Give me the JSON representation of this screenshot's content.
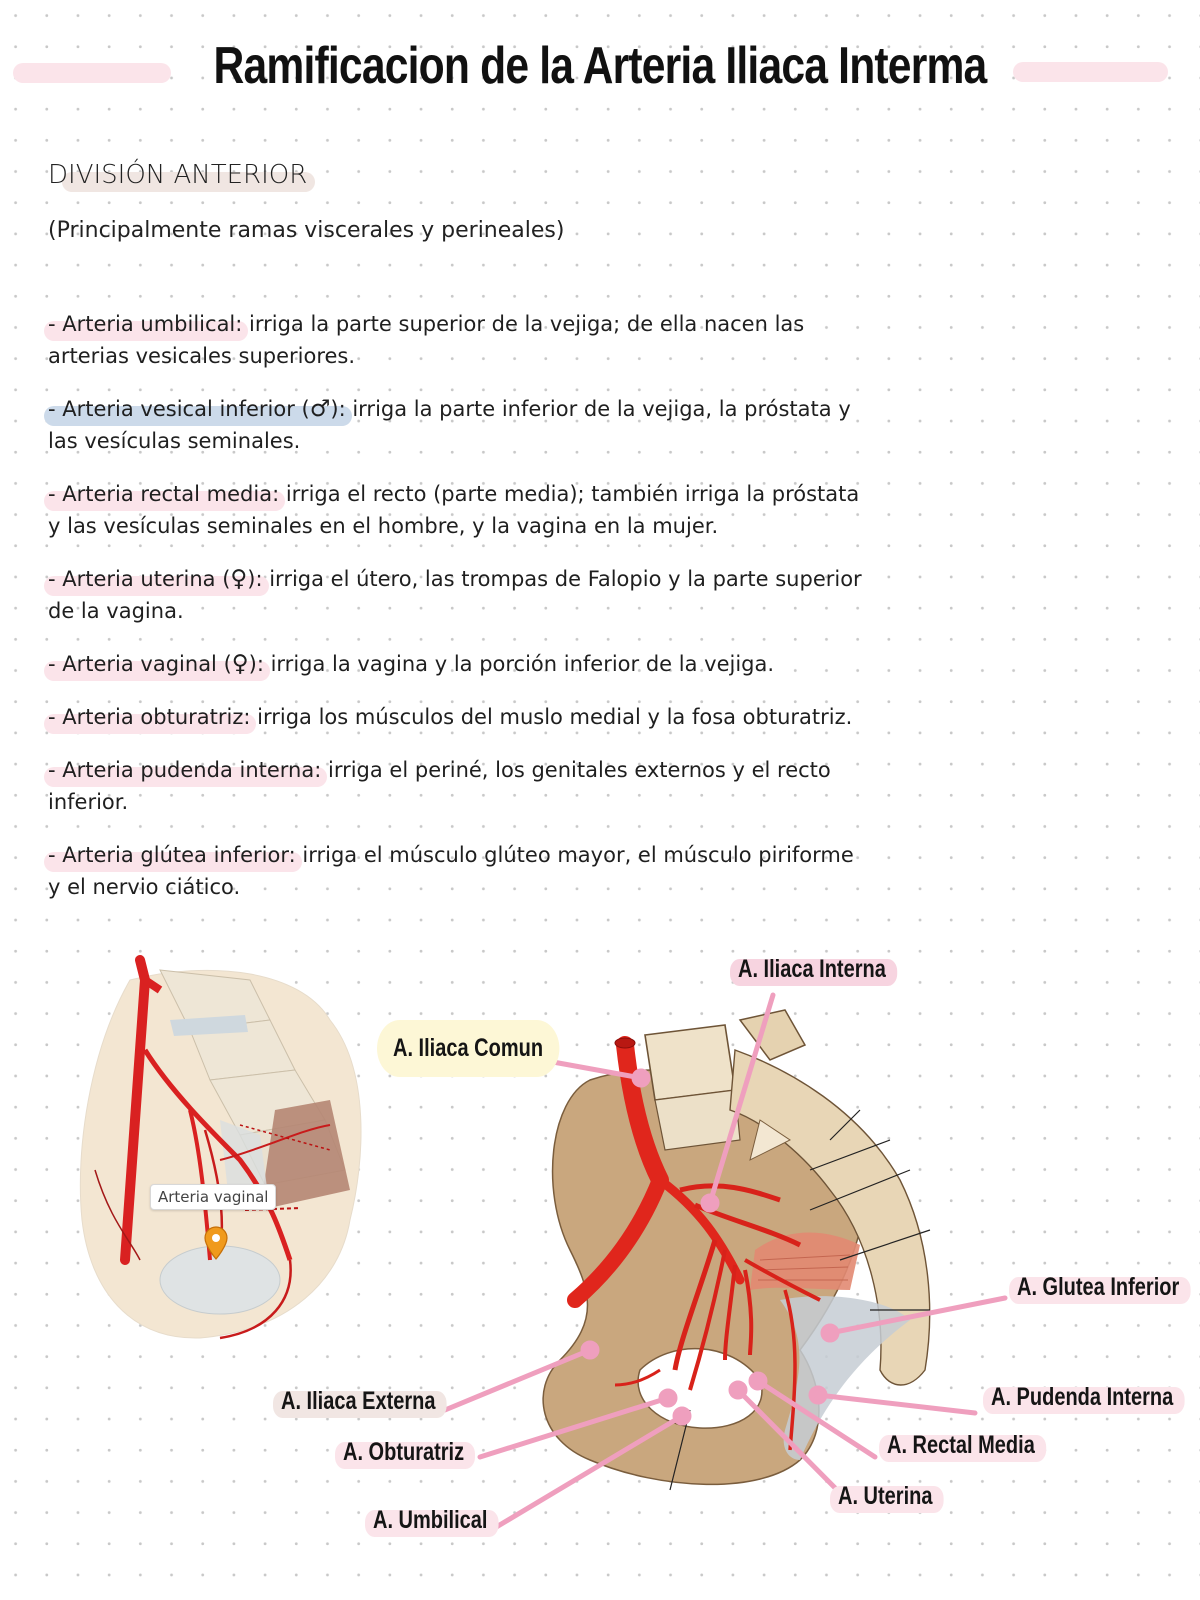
{
  "header": {
    "title": "Ramificacion de la Arteria Iliaca Interma"
  },
  "section": {
    "heading": "DIVISIÓN ANTERIOR",
    "subtitle": "(Principalmente ramas viscerales y perineales)"
  },
  "entries": [
    {
      "term": "- Arteria umbilical:",
      "symbol": "",
      "text": " irriga la parte superior de la vejiga; de ella nacen las arterias vesicales superiores.",
      "highlight": "#fbe4ea"
    },
    {
      "term": "- Arteria vesical inferior (",
      "symbol": "♂",
      "term_end": "):",
      "text": " irriga la parte inferior de la vejiga, la próstata y las vesículas seminales.",
      "highlight": "#ccdaea"
    },
    {
      "term": "- Arteria rectal media:",
      "symbol": "",
      "text": " irriga el recto (parte media); también irriga la próstata y las vesículas seminales en el hombre, y la vagina en la mujer.",
      "highlight": "#fbe4ea"
    },
    {
      "term": "- Arteria uterina (",
      "symbol": "♀",
      "term_end": "):",
      "text": " irriga el útero, las trompas de Falopio y la parte superior de la vagina.",
      "highlight": "#fbe4ea"
    },
    {
      "term": "- Arteria vaginal (",
      "symbol": "♀",
      "term_end": "):",
      "text": " irriga la vagina y la porción inferior de la vejiga.",
      "highlight": "#fbe4ea"
    },
    {
      "term": "- Arteria obturatriz:",
      "symbol": "",
      "text": " irriga los músculos del muslo medial y la fosa obturatriz.",
      "highlight": "#fbe4ea"
    },
    {
      "term": "- Arteria pudenda interna:",
      "symbol": "",
      "text": " irriga el periné, los genitales externos y el recto inferior.",
      "highlight": "#fbe4ea"
    },
    {
      "term": "- Arteria glútea inferior:",
      "symbol": "",
      "text": " irriga el músculo glúteo mayor, el músculo piriforme y el nervio ciático.",
      "highlight": "#fbe4ea"
    }
  ],
  "figure_left": {
    "tooltip": "Arteria vaginal",
    "marker_icon": "map-pin-icon"
  },
  "figure_right": {
    "labels": [
      {
        "id": "iliaca-interna",
        "text": "A. Iliaca Interna"
      },
      {
        "id": "iliaca-comun",
        "text": "A. Iliaca Comun"
      },
      {
        "id": "glutea-inferior",
        "text": "A. Glutea Inferior"
      },
      {
        "id": "pudenda-interna",
        "text": "A. Pudenda Interna"
      },
      {
        "id": "iliaca-externa",
        "text": "A. Iliaca Externa"
      },
      {
        "id": "rectal-media",
        "text": "A. Rectal Media"
      },
      {
        "id": "obturatriz",
        "text": "A. Obturatriz"
      },
      {
        "id": "uterina",
        "text": "A. Uterina"
      },
      {
        "id": "umbilical",
        "text": "A. Umbilical"
      }
    ]
  },
  "colors": {
    "highlight_pink": "#fbe4ea",
    "highlight_blue": "#ccdaea",
    "highlight_yellow": "#fdf7d6",
    "leader_line": "#ef9fbe",
    "artery_red": "#e0261c",
    "bone": "#d8c3a0"
  }
}
